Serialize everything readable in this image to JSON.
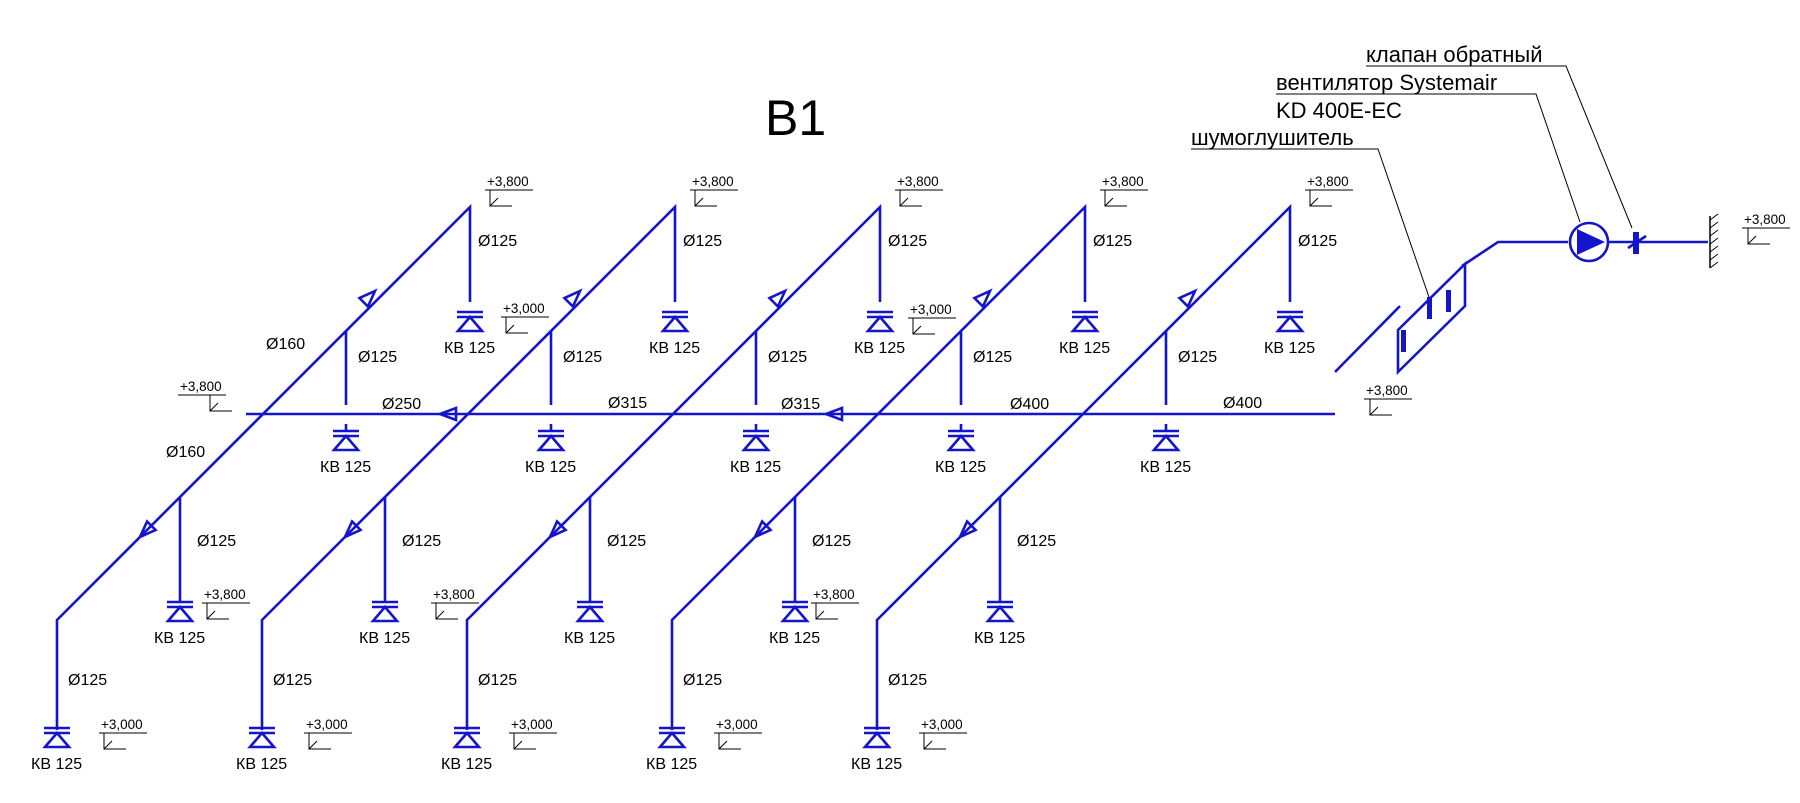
{
  "title": "В1",
  "colors": {
    "duct": "#1414cc",
    "text": "#000000",
    "background": "#ffffff"
  },
  "callouts": {
    "check_valve": "клапан обратный",
    "fan_line1": "вентилятор Systemair",
    "fan_line2": "KD 400E-EC",
    "silencer": "шумоглушитель"
  },
  "diffuser_label": "КВ 125",
  "branch_diameter": "Ø125",
  "main_diameters": {
    "d160": "Ø160",
    "d250": "Ø250",
    "d315": "Ø315",
    "d400": "Ø400"
  },
  "elevations": {
    "high": "+3,800",
    "low": "+3,000"
  },
  "icons": [
    "diffuser-icon",
    "fan-icon",
    "check-valve-icon",
    "silencer-icon",
    "flow-arrow-icon",
    "wall-hatch-icon",
    "elevation-mark-icon"
  ]
}
